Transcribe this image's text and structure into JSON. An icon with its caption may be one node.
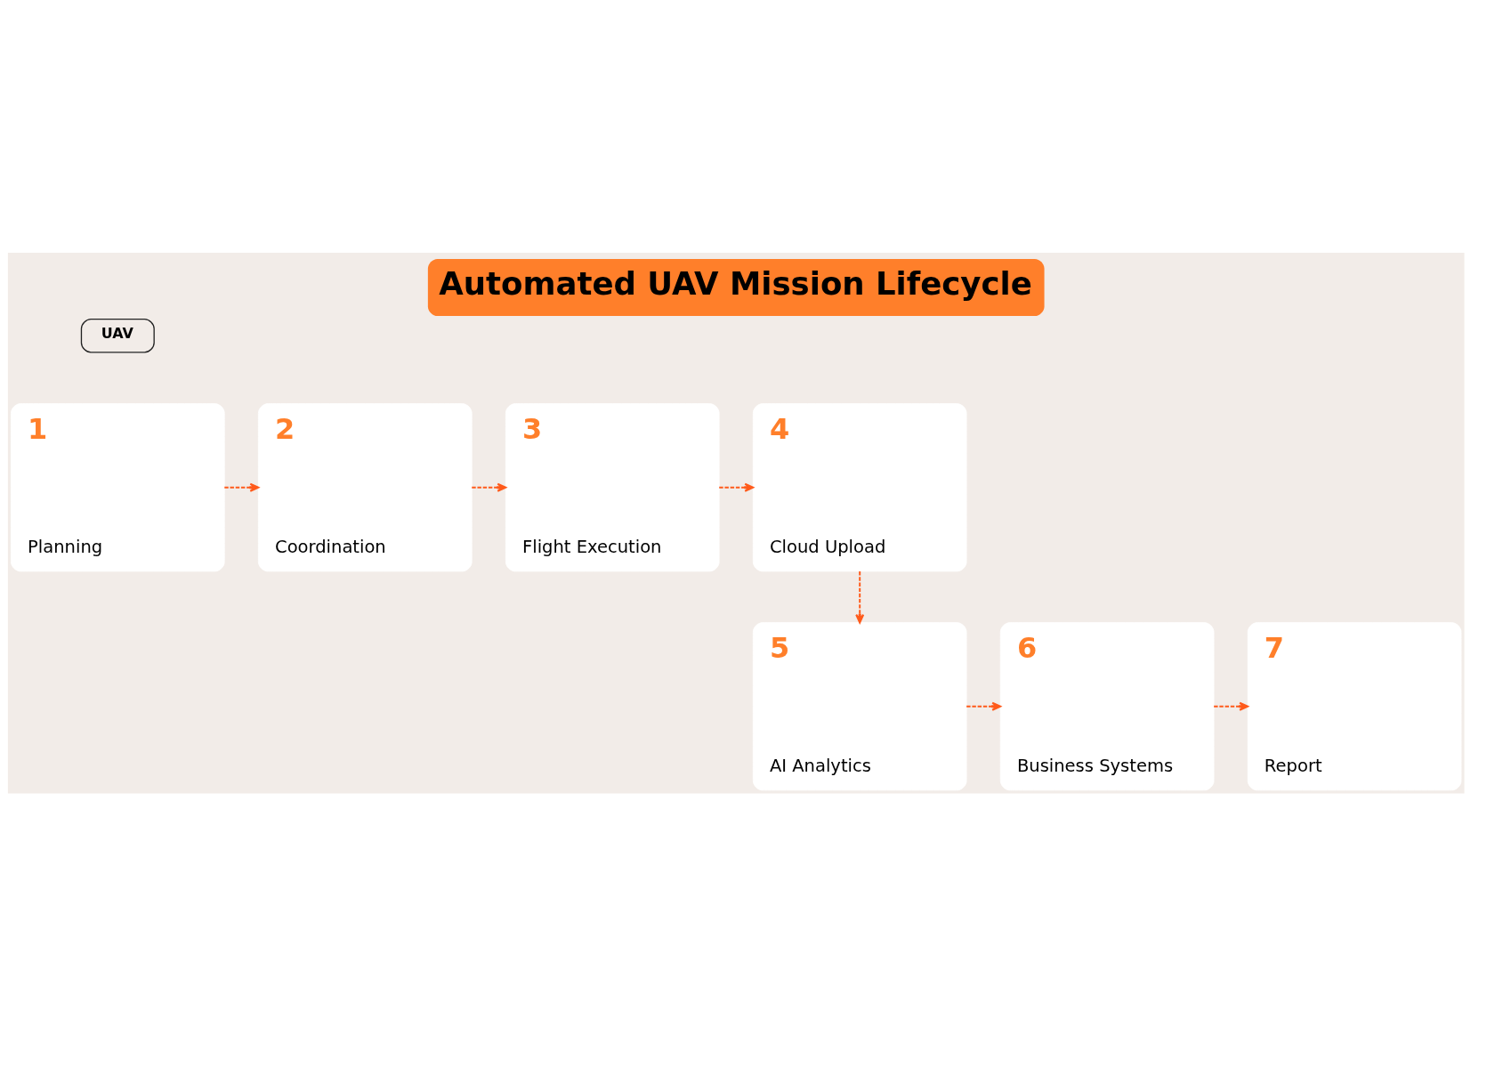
{
  "diagram": {
    "title": "Automated UAV Mission Lifecycle",
    "nodes": [
      {
        "text": [
          "UAV"
        ]
      },
      {
        "text": [
          "1",
          "Planning"
        ]
      },
      {
        "text": [
          "2",
          "Coordination"
        ]
      },
      {
        "text": [
          "3",
          "Flight Execution"
        ]
      },
      {
        "text": [
          "4",
          "Cloud Upload"
        ]
      },
      {
        "text": [
          "5",
          "AI Analytics"
        ]
      },
      {
        "text": [
          "6",
          "Business Systems"
        ]
      },
      {
        "text": [
          "7",
          "Report"
        ]
      }
    ],
    "edges": [
      {
        "from": 1,
        "to": 2,
        "arrow": "to",
        "style": "dashed"
      },
      {
        "from": 2,
        "to": 3,
        "arrow": "to",
        "style": "dashed"
      },
      {
        "from": 3,
        "to": 4,
        "arrow": "to",
        "style": "dashed"
      },
      {
        "from": 4,
        "to": 5,
        "arrow": "to",
        "style": "dashed"
      },
      {
        "from": 5,
        "to": 6,
        "arrow": "to",
        "style": "dashed"
      },
      {
        "from": 6,
        "to": 7,
        "arrow": "to",
        "style": "dashed"
      }
    ]
  }
}
